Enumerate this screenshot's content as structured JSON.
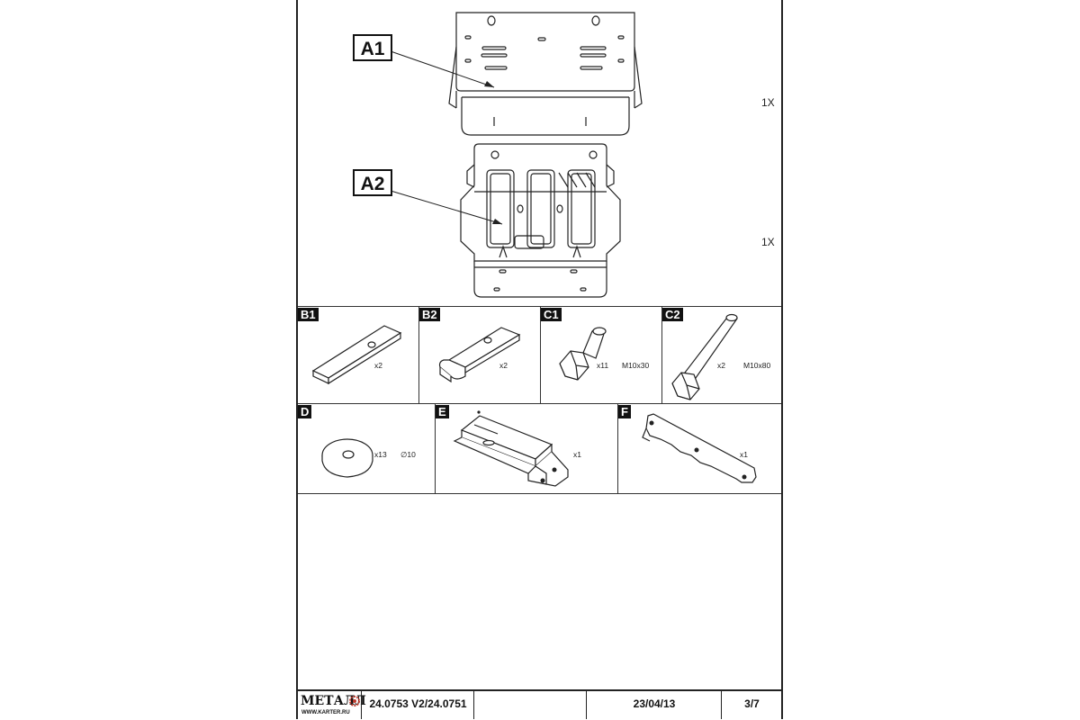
{
  "top_parts": [
    {
      "id": "A1",
      "qty": "1X"
    },
    {
      "id": "A2",
      "qty": "1X"
    }
  ],
  "small_parts_row1": [
    {
      "id": "B1",
      "qty": "x2",
      "spec": ""
    },
    {
      "id": "B2",
      "qty": "x2",
      "spec": ""
    },
    {
      "id": "C1",
      "qty": "x11",
      "spec": "M10x30"
    },
    {
      "id": "C2",
      "qty": "x2",
      "spec": "M10x80"
    }
  ],
  "small_parts_row2": [
    {
      "id": "D",
      "qty": "x13",
      "spec": "∅10"
    },
    {
      "id": "E",
      "qty": "x1",
      "spec": ""
    },
    {
      "id": "F",
      "qty": "x1",
      "spec": ""
    }
  ],
  "footer": {
    "logo": "МЕТАЛЛ",
    "logo_url": "WWW.KARTER.RU",
    "code": "24.0753 V2/24.0751",
    "blank": "",
    "date": "23/04/13",
    "page": "3/7"
  }
}
